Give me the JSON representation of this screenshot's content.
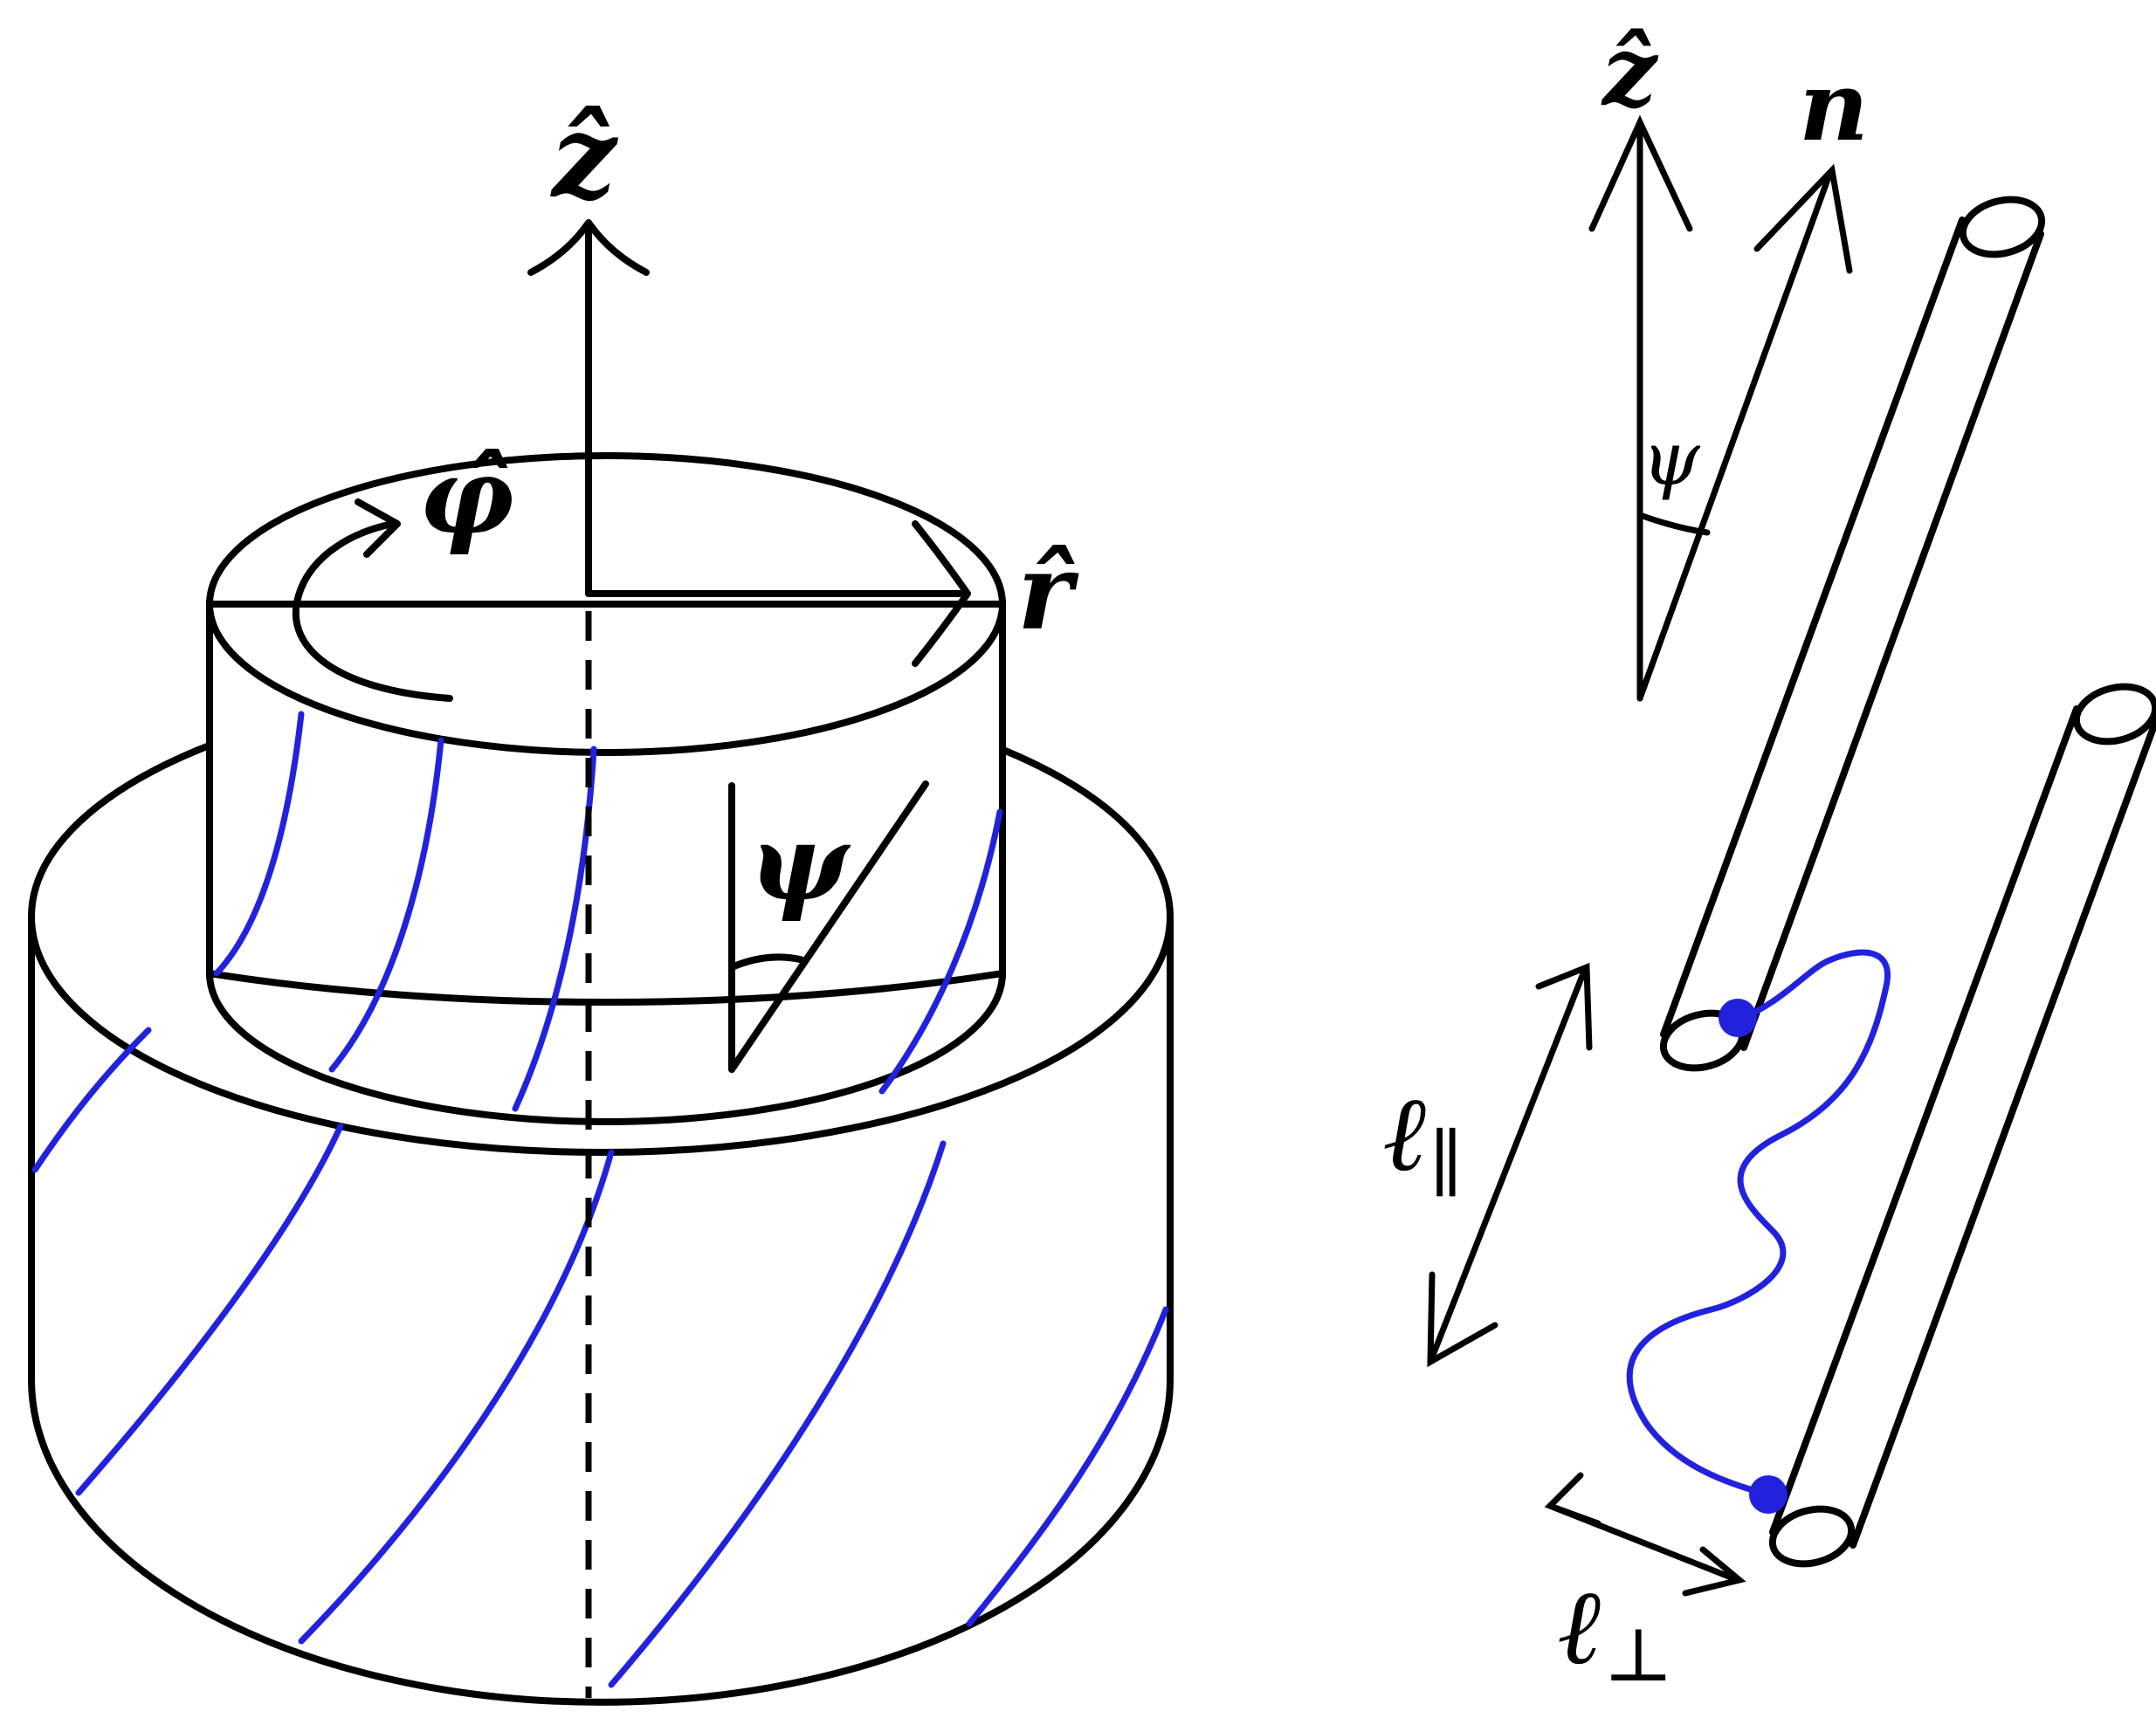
{
  "labels": {
    "z_left": "ẑ",
    "phi": "φ̂",
    "r": "r̂",
    "psi_left": "ψ",
    "z_right": "ẑ",
    "n": "n",
    "psi_right": "ψ",
    "l_parallel": "ℓ",
    "l_parallel_sub": "∥",
    "l_perp": "ℓ",
    "l_perp_sub": "⊥"
  },
  "colors": {
    "helix": "#2222dd",
    "outline": "#000000"
  }
}
